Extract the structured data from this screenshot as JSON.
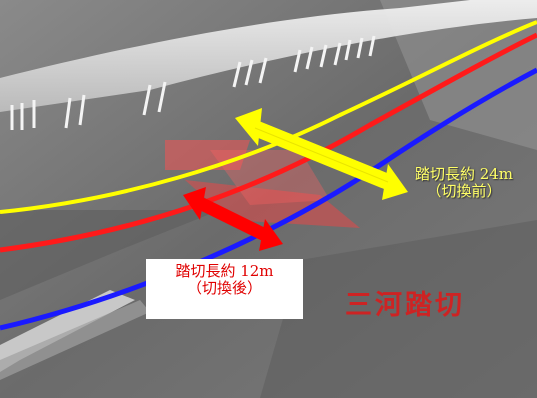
{
  "labels": {
    "before": {
      "line1": "踏切長約 24m",
      "line2": "（切換前）"
    },
    "after": {
      "line1": "踏切長約 12m",
      "line2": "（切換後）"
    },
    "crossing_name": "三河踏切"
  },
  "colors": {
    "track_before": "#ffff00",
    "track_red": "#ff1a1a",
    "track_blue": "#1a1aff",
    "arrow_before": "#ffff00",
    "arrow_after": "#ff0000",
    "label_before_text": "#ffff66",
    "label_after_text": "#e00000"
  }
}
